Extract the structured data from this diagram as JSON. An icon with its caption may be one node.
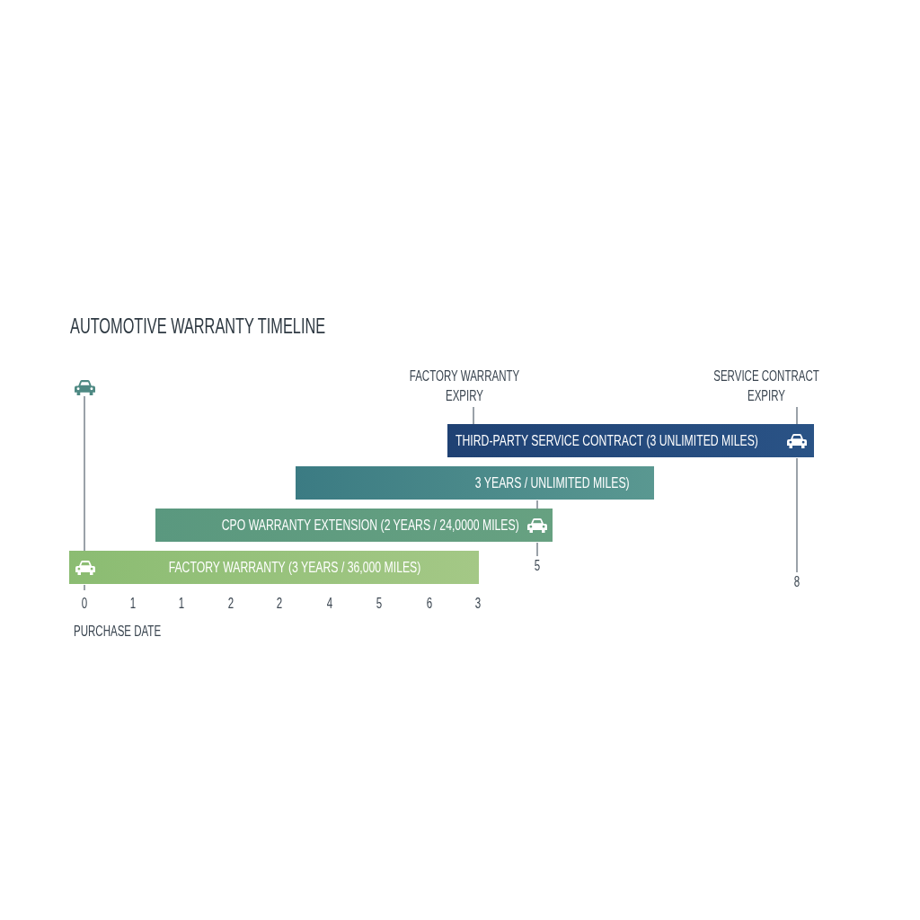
{
  "diagram": {
    "title": "AUTOMOTIVE WARRANTY TIMELINE",
    "nodes": [
      {
        "text": [],
        "shape": "picture"
      },
      {
        "text": [
          "FACTORY WARRANTY EXPIRY"
        ]
      },
      {
        "text": [
          "SERVICE CONTRACT EXPIRY"
        ]
      },
      {
        "text": [
          "THIRD-PARTY SERVICE CONTRACT (3 UNLIMITED MILES)"
        ]
      },
      {
        "text": [
          "3 YEARS / UNLIMITED MILES)"
        ]
      },
      {
        "text": [
          "CPO WARRANTY EXTENSION (2 YEARS / 24,0000 MILES)"
        ]
      },
      {
        "text": [
          "FACTORY WARRANTY (3 YEARS / 36,000 MILES)"
        ]
      },
      {
        "text": [
          "5"
        ]
      },
      {
        "text": [
          "8"
        ]
      }
    ],
    "edges": [
      {
        "from": 0,
        "to": 6,
        "arrow": "none"
      },
      {
        "from": 1,
        "to": 3,
        "arrow": "none"
      },
      {
        "from": 2,
        "to": 3,
        "arrow": "none"
      },
      {
        "from": 3,
        "to": 8,
        "arrow": "none"
      },
      {
        "from": 4,
        "to": 5,
        "arrow": "none"
      },
      {
        "from": 5,
        "to": 7,
        "arrow": "none"
      }
    ],
    "labels": [
      "0",
      "1",
      "1",
      "2",
      "2",
      "4",
      "5",
      "6",
      "3",
      "PURCHASE DATE"
    ]
  }
}
